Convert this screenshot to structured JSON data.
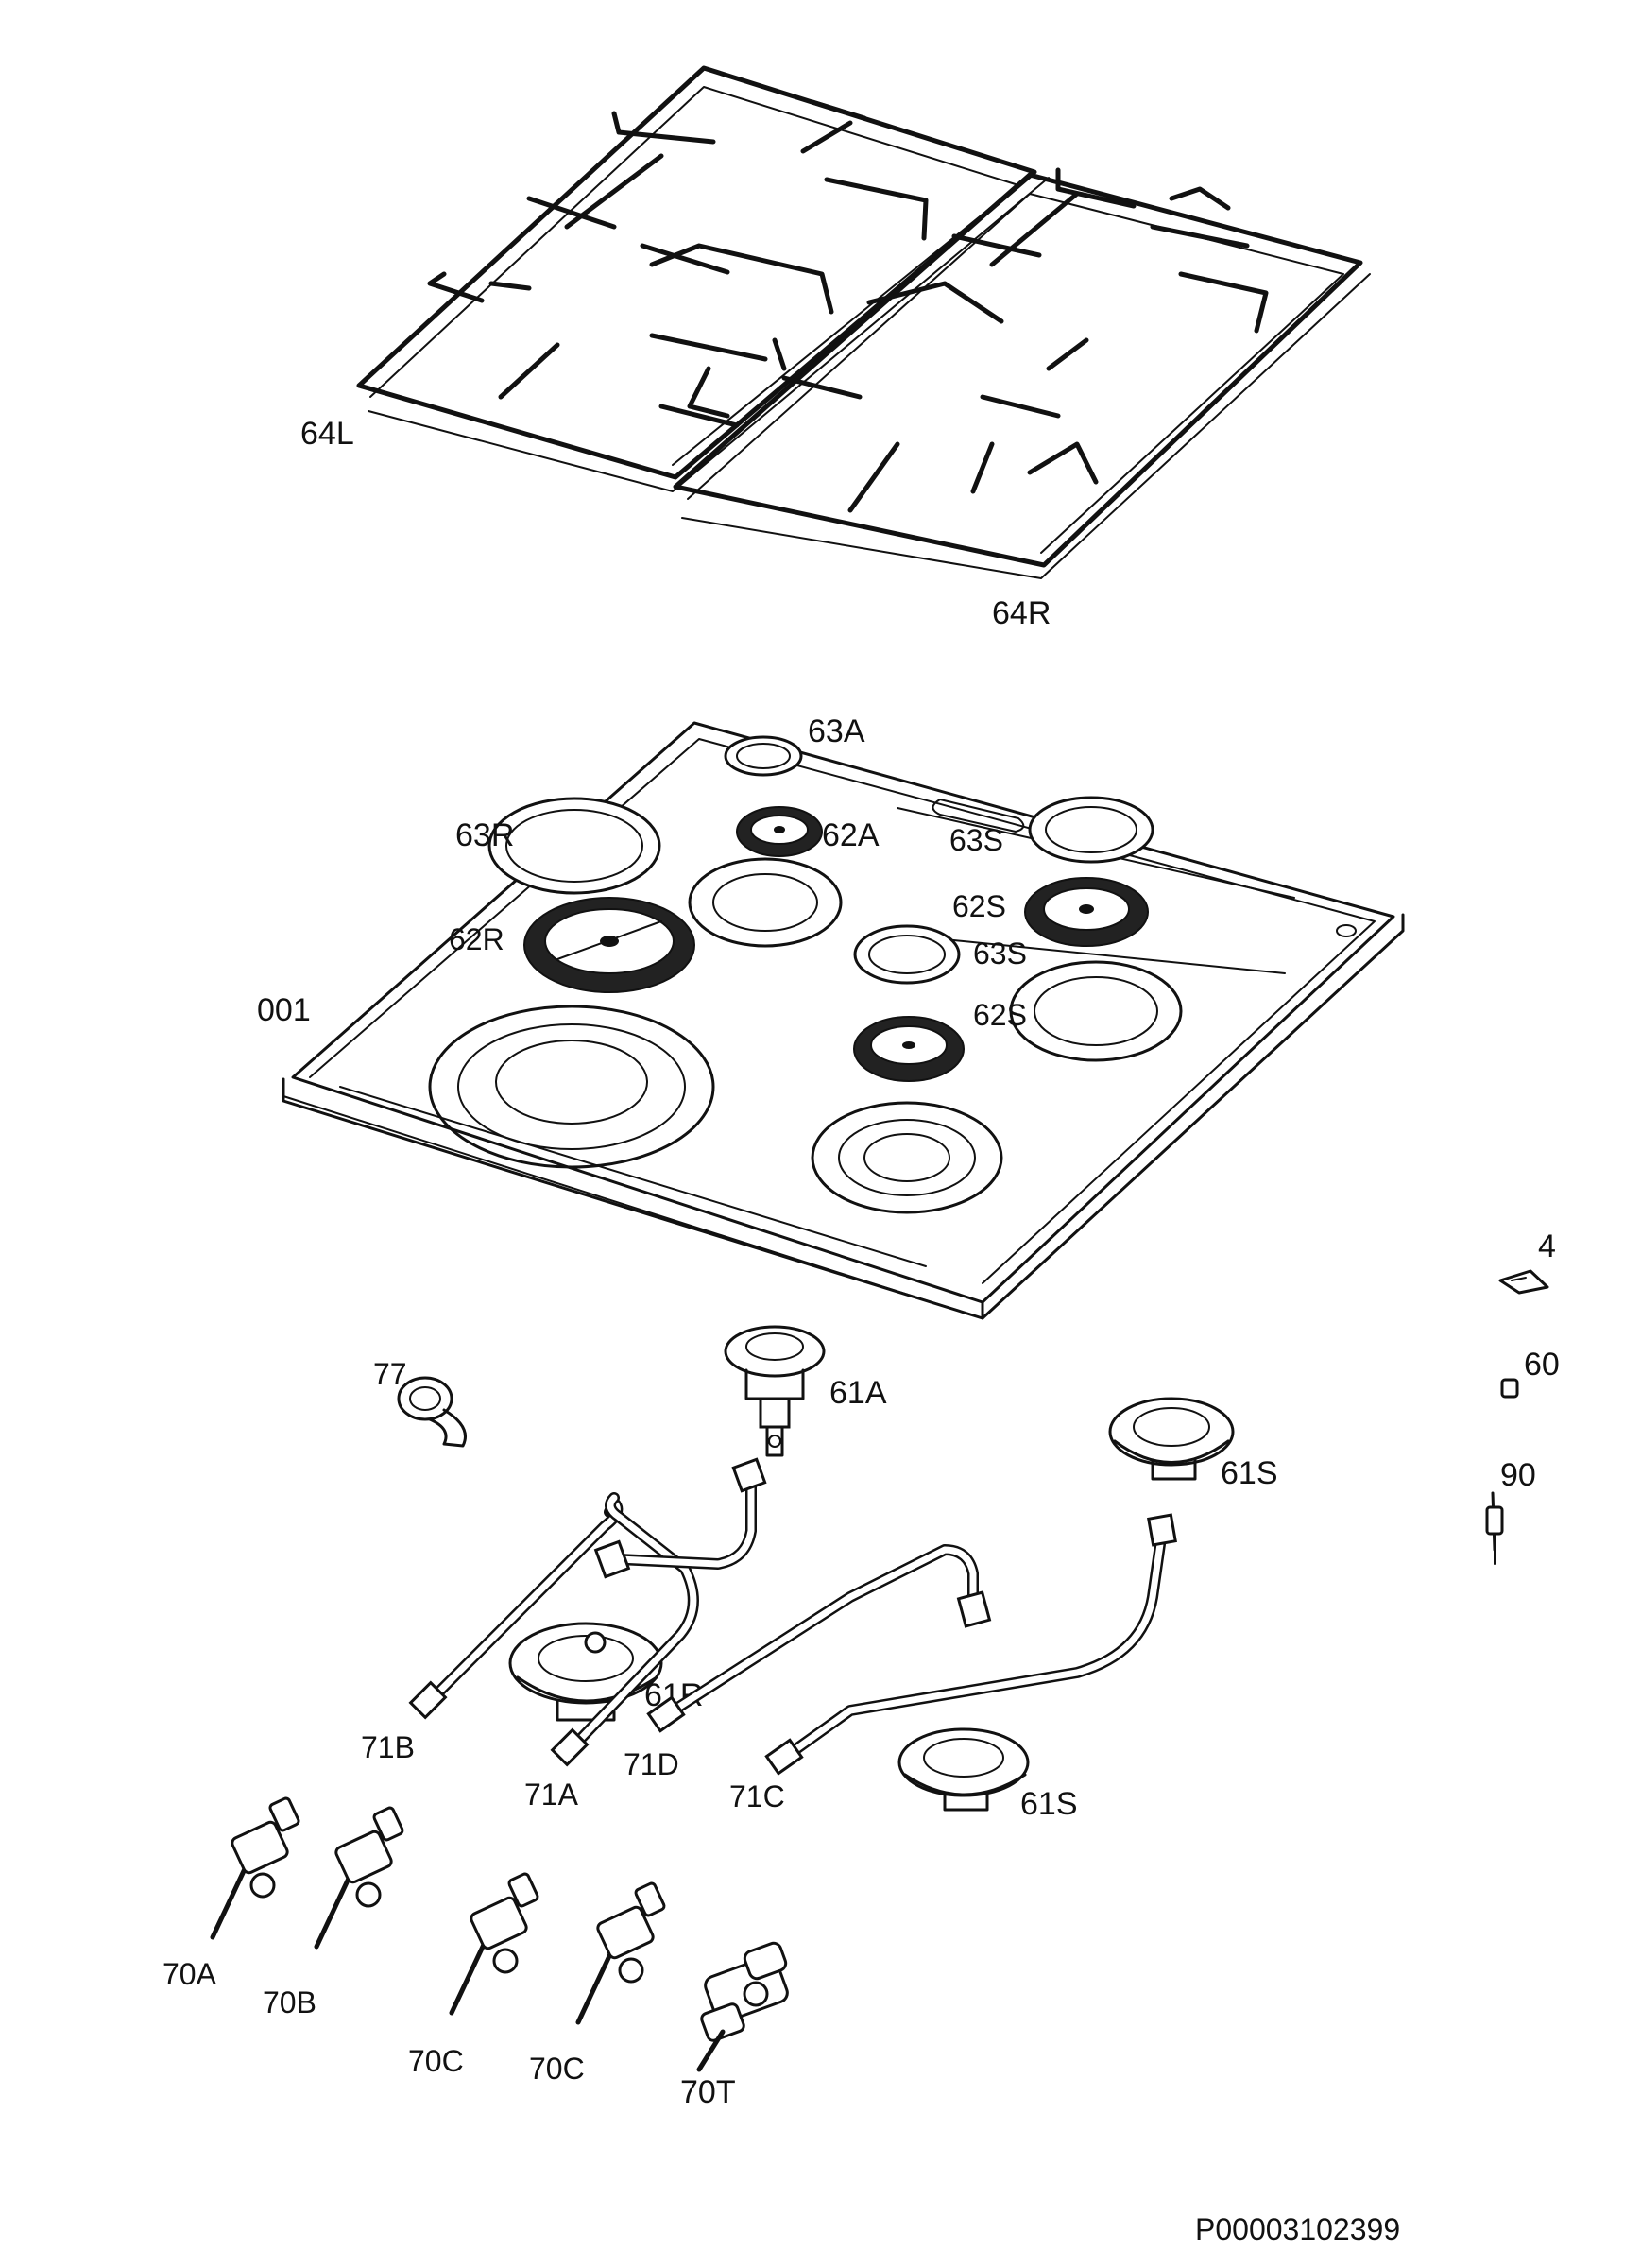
{
  "labels": {
    "grate_left": "64L",
    "grate_right": "64R",
    "cap_63A": "63A",
    "cap_63R": "63R",
    "head_62A": "62A",
    "cap_63S_top": "63S",
    "head_62S_top": "62S",
    "head_62R": "62R",
    "cap_63S_mid": "63S",
    "head_62S_mid": "62S",
    "hob_001": "001",
    "part_4": "4",
    "part_60": "60",
    "part_90": "90",
    "part_77": "77",
    "burner_61A": "61A",
    "burner_61S_right": "61S",
    "burner_61R": "61R",
    "burner_61S_lower": "61S",
    "pipe_71B": "71B",
    "pipe_71A": "71A",
    "pipe_71D": "71D",
    "pipe_71C": "71C",
    "tap_70A": "70A",
    "tap_70B": "70B",
    "tap_70C_1": "70C",
    "tap_70C_2": "70C",
    "tap_70T": "70T"
  },
  "diagram_code": "P00003102399"
}
